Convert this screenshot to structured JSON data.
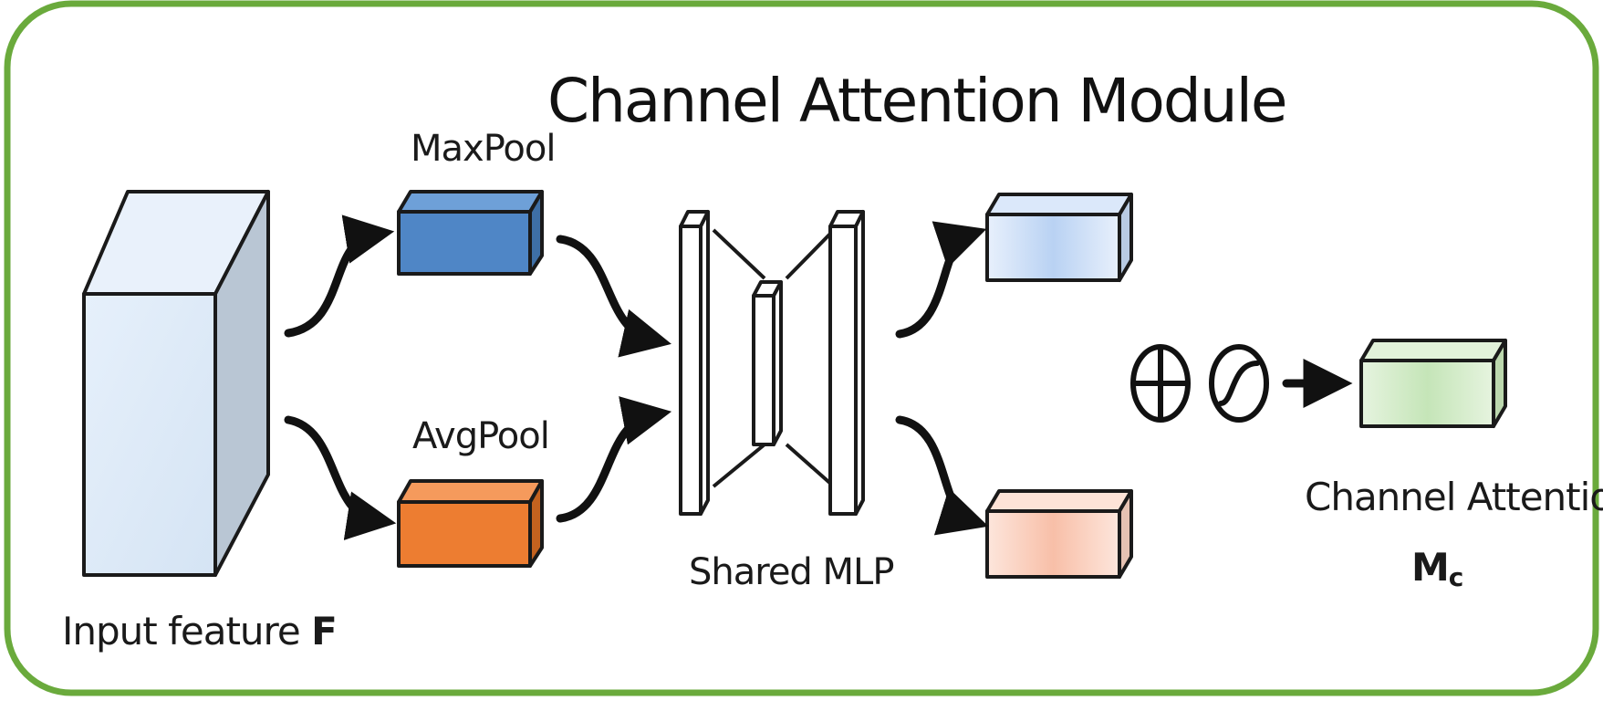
{
  "title": "Channel Attention Module",
  "maxpool": {
    "label": "MaxPool",
    "color": "#4f86c6"
  },
  "avgpool": {
    "label": "AvgPool",
    "color": "#ed7d31"
  },
  "shared_mlp": {
    "label": "Shared MLP"
  },
  "input": {
    "label": "Input feature ",
    "symbol": "F",
    "color": "#dce9f7"
  },
  "output": {
    "label": "Channel Attention",
    "symbol": "M",
    "subscript": "c",
    "color": "#d6efcf"
  },
  "operators": {
    "sum": "⊕",
    "sigmoid": "sigmoid-icon"
  },
  "colors": {
    "border": "#6aaa3c",
    "max_output": "#c7dbf5",
    "avg_output": "#fbd3c2"
  }
}
